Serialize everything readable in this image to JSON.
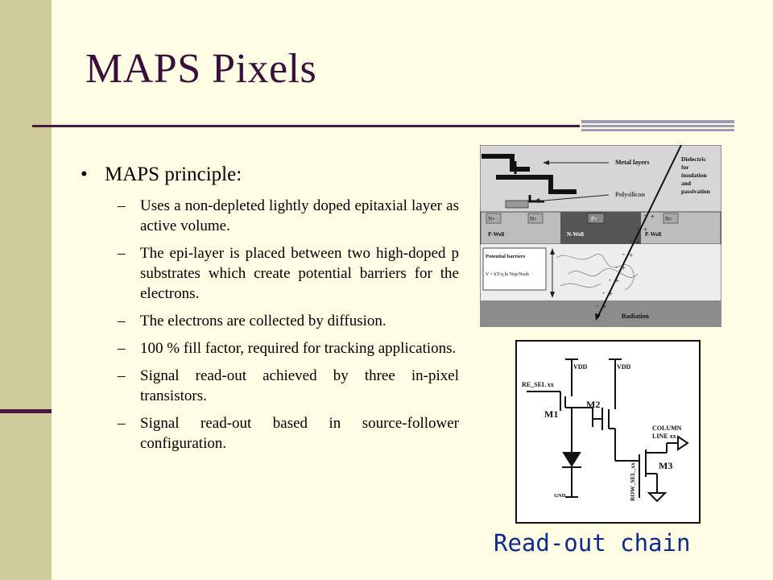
{
  "title": "MAPS Pixels",
  "main_bullet": "MAPS principle:",
  "sub_items": [
    "Uses a non-depleted lightly doped epitaxial layer as active volume.",
    "The epi-layer is placed between two high-doped p substrates which create potential barriers for the electrons.",
    "The electrons are collected by diffusion.",
    "100 % fill factor, required for tracking applications.",
    "Signal read-out achieved by three in-pixel transistors.",
    "Signal read-out based in source-follower configuration."
  ],
  "figure_top": {
    "metal_layers": "Metal layers",
    "polysilicon": "Polysilicon",
    "dielectric": [
      "Dielectric",
      "for",
      "insulation",
      "and",
      "passivation"
    ],
    "n_plus": "N+",
    "p_plus": "P+",
    "p_well": "P-Well",
    "n_well": "N-Well",
    "potential_barriers": "Potential barriers",
    "formula": "V = kT/q ln Nep/Nsub",
    "radiation": "Radiation"
  },
  "figure_bottom": {
    "vdd": "VDD",
    "re_sel": "RE_SEL xx",
    "m1": "M1",
    "m2": "M2",
    "m3": "M3",
    "column_line": [
      "COLUMN",
      "LINE xx"
    ],
    "row_sel": "ROW_SEL_xx",
    "gnd": "GND"
  },
  "caption": "Read-out chain",
  "colors": {
    "background": "#FFFDE3",
    "sidebar": "#CFCB9B",
    "title": "#3B0F3B",
    "rule": "#4A1942",
    "caption": "#0B2D92"
  }
}
